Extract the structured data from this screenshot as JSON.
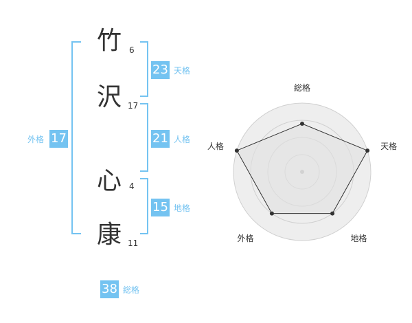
{
  "name_chars": [
    {
      "char": "竹",
      "strokes": "6"
    },
    {
      "char": "沢",
      "strokes": "17"
    },
    {
      "char": "心",
      "strokes": "4"
    },
    {
      "char": "康",
      "strokes": "11"
    }
  ],
  "fortunes": {
    "tenkaku": {
      "value": "23",
      "label": "天格"
    },
    "jinkaku": {
      "value": "21",
      "label": "人格"
    },
    "chikaku": {
      "value": "15",
      "label": "地格"
    },
    "gaikaku": {
      "value": "17",
      "label": "外格"
    },
    "soukaku": {
      "value": "38",
      "label": "総格"
    }
  },
  "colors": {
    "accent": "#74c3f1",
    "text": "#333333",
    "radar_fill": "#eeeeee",
    "grid": "#d0d0d0"
  },
  "chart_data": {
    "type": "radar",
    "axes": [
      "総格",
      "天格",
      "地格",
      "外格",
      "人格"
    ],
    "values": [
      0.7,
      1.0,
      0.75,
      0.75,
      1.0
    ],
    "max": 1.0,
    "grid_rings": 4
  }
}
